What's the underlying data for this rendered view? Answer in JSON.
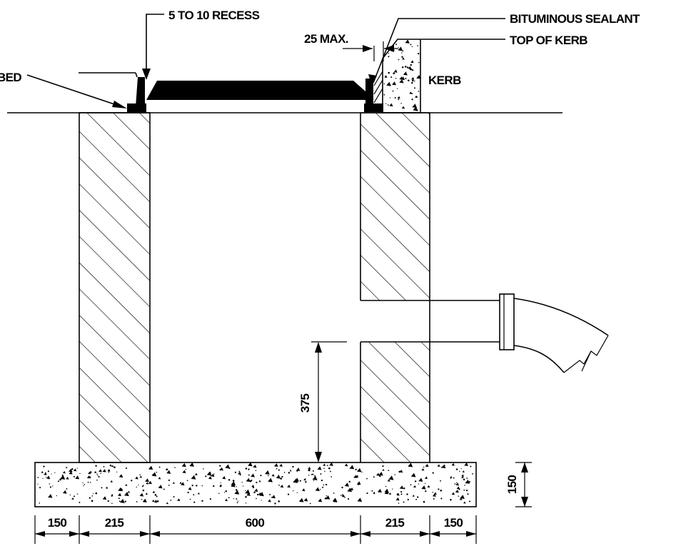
{
  "labels": {
    "recess": "5 TO 10 RECESS",
    "bituminous_sealant": "BITUMINOUS SEALANT",
    "top_of_kerb": "TOP OF KERB",
    "max_gap": "25 MAX.",
    "kerb": "KERB",
    "bed": "BED"
  },
  "dimensions": {
    "horizontal": [
      "150",
      "215",
      "600",
      "215",
      "150"
    ],
    "internal_height": "375",
    "base_thickness": "150"
  },
  "colors": {
    "line": "#000000",
    "fill": "#000000",
    "background": "#ffffff"
  }
}
